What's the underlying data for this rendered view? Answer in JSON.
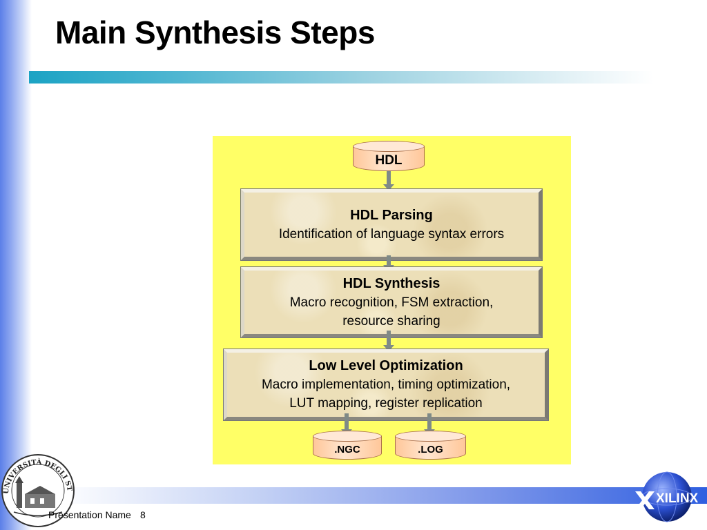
{
  "slide": {
    "title": "Main Synthesis Steps",
    "footer_text": "Presentation Name",
    "page_number": "8"
  },
  "diagram": {
    "input": "HDL",
    "steps": [
      {
        "heading": "HDL Parsing",
        "lines": [
          "Identification of language syntax errors"
        ]
      },
      {
        "heading": "HDL Synthesis",
        "lines": [
          "Macro recognition, FSM extraction,",
          "resource sharing"
        ]
      },
      {
        "heading": "Low Level Optimization",
        "lines": [
          "Macro implementation, timing optimization,",
          "LUT mapping, register replication"
        ]
      }
    ],
    "outputs": [
      ".NGC",
      ".LOG"
    ]
  },
  "logos": {
    "left_seal": "UNIVERSITÀ DEGLI STUDI DI TRIESTE",
    "right_brand": "XILINX"
  },
  "colors": {
    "panel": "#ffff66",
    "step_fill": "#ecdfb8",
    "cylinder": "#ffc79a",
    "arrow": "#7f8a87",
    "title_rule": "#1ba3c4",
    "footer_band": "#2f5fe0"
  },
  "icons": [
    "university-seal-icon",
    "xilinx-logo-icon"
  ]
}
